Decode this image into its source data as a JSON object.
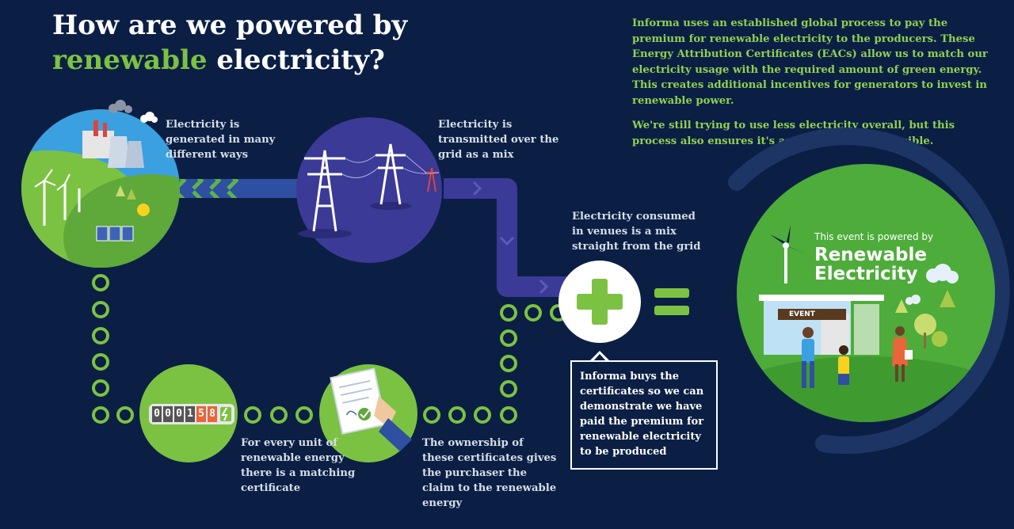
{
  "title": {
    "line1": "How are we powered by",
    "accent": "renewable",
    "line2_rest": " electricity?"
  },
  "intro": {
    "p1": "Informa uses an established global process to pay the premium for renewable electricity to the producers. These Energy Attribution Certificates (EACs) allow us to match our electricity usage with the required amount of green energy. This creates additional incentives for generators to invest in renewable power.",
    "p2": "We're still trying to use less electricity overall, but this process also ensures it's as sustainable as possible."
  },
  "steps": {
    "generated": "Electricity is generated in many different ways",
    "transmitted": "Electricity is transmitted over the grid as a mix",
    "consumed": "Electricity consumed in venues is a mix straight from the grid",
    "certificate": "For every unit of renewable energy there is a matching certificate",
    "ownership": "The ownership of these certificates gives the purchaser the claim to the renewable energy"
  },
  "callout": "Informa buys the certificates so we can demonstrate we have paid the premium for renewable electricity to be produced",
  "badge": {
    "small": "This event is powered by",
    "line1": "Renewable",
    "line2": "Electricity",
    "sign": "EVENT"
  },
  "meter": {
    "digits": [
      "0",
      "0",
      "0",
      "1",
      "5",
      "8"
    ]
  },
  "colors": {
    "background": "#0b1f45",
    "green": "#7cc242",
    "purple": "#3b3a96",
    "arrow_blue": "#2f4fa2"
  }
}
